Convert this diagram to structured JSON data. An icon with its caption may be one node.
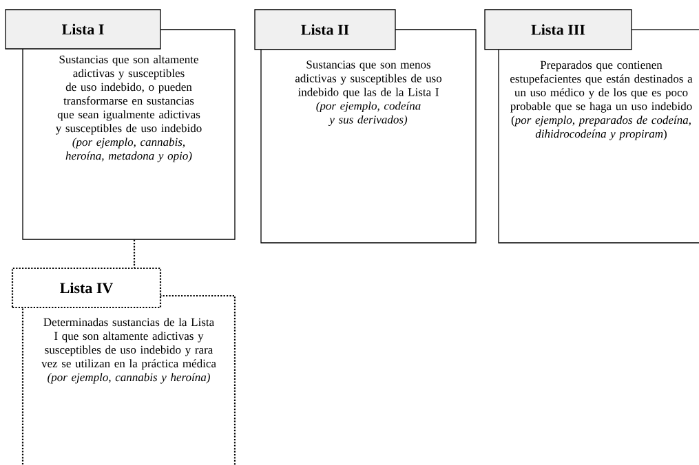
{
  "diagram": {
    "nodes": [
      {
        "text": [
          "Lista I"
        ]
      },
      {
        "text": [
          "Sustancias que son altamente adictivas y susceptibles de uso indebido, o pueden transformarse en sustancias que sean igualmente adictivas y susceptibles de uso indebido",
          "(por ejemplo, cannabis, heroína, metadona y opio)"
        ]
      },
      {
        "text": [
          "Lista II"
        ]
      },
      {
        "text": [
          "Sustancias que son menos adictivas y susceptibles de uso indebido que las de la Lista I",
          "(por ejemplo, codeína y sus derivados)"
        ]
      },
      {
        "text": [
          "Lista III"
        ]
      },
      {
        "text": [
          "Preparados que contienen estupefacientes que están destinados a un uso médico y de los que es poco probable que se haga un uso indebido",
          "(*por ejemplo, preparados de codeína, dihidrocodeína y propiram*)"
        ]
      },
      {
        "text": [
          "Lista IV"
        ]
      },
      {
        "text": [
          "Determinadas sustancias de la Lista I que son altamente adictivas y susceptibles de uso indebido y rara vez se utilizan en la práctica médica",
          "(por ejemplo, cannabis y heroína)"
        ]
      }
    ],
    "edges": [
      {
        "from": 1,
        "to": 6,
        "arrow": "none",
        "style": "dashed"
      }
    ]
  }
}
